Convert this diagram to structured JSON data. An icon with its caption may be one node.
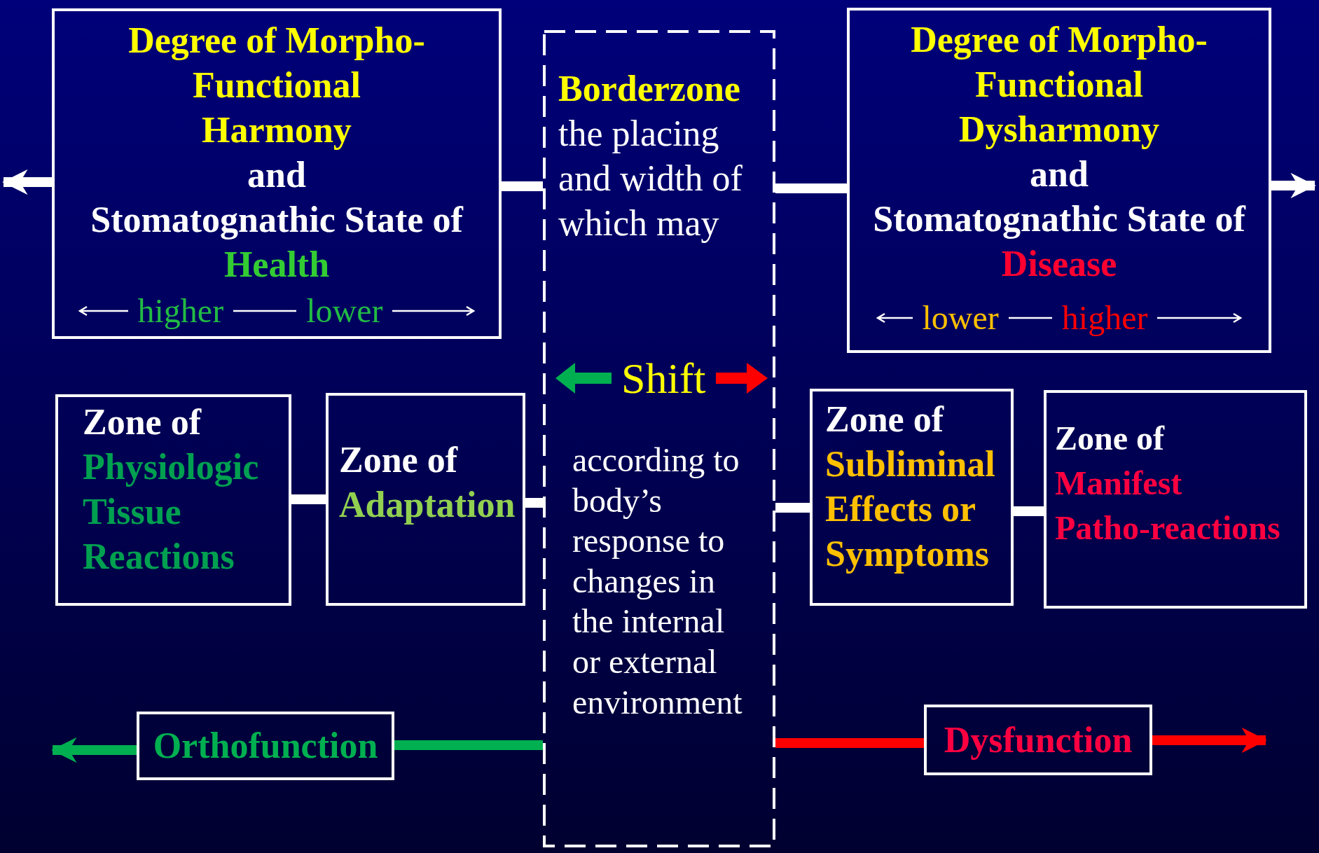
{
  "diagram": {
    "nodes": [
      {
        "text": [
          "Degree of Morpho-Functional Harmony",
          "and",
          "Stomatognathic State of",
          "Health",
          "higher",
          "lower"
        ]
      },
      {
        "text": [
          "Borderzone",
          "the placing and width of which may",
          "Shift",
          "according to body’s response to changes in the internal or external environment"
        ]
      },
      {
        "text": [
          "Degree of Morpho-Functional Dysharmony",
          "and",
          "Stomatognathic State of",
          "Disease",
          "lower",
          "higher"
        ]
      },
      {
        "text": [
          "Zone of",
          "Physiologic Tissue Reactions"
        ]
      },
      {
        "text": [
          "Zone of",
          "Adaptation"
        ]
      },
      {
        "text": [
          "Zone of",
          "Subliminal Effects or Symptoms"
        ]
      },
      {
        "text": [
          "Zone of",
          "Manifest Patho-reactions"
        ]
      },
      {
        "text": [
          "Orthofunction"
        ]
      },
      {
        "text": [
          "Dysfunction"
        ]
      }
    ],
    "edges": [
      {
        "from": 0,
        "to": null,
        "arrow": "to"
      },
      {
        "from": 0,
        "to": 1,
        "arrow": "none"
      },
      {
        "from": 1,
        "to": 2,
        "arrow": "none"
      },
      {
        "from": 2,
        "to": null,
        "arrow": "to"
      },
      {
        "from": 3,
        "to": 4,
        "arrow": "none"
      },
      {
        "from": 4,
        "to": 1,
        "arrow": "none"
      },
      {
        "from": 1,
        "to": 5,
        "arrow": "none"
      },
      {
        "from": 5,
        "to": 6,
        "arrow": "none"
      },
      {
        "from": 7,
        "to": null,
        "arrow": "to",
        "color": "#00b050"
      },
      {
        "from": 1,
        "to": 7,
        "arrow": "none",
        "color": "#00b050"
      },
      {
        "from": 1,
        "to": 8,
        "arrow": "none",
        "color": "#ff0000"
      },
      {
        "from": 8,
        "to": null,
        "arrow": "to",
        "color": "#ff0000"
      }
    ]
  }
}
